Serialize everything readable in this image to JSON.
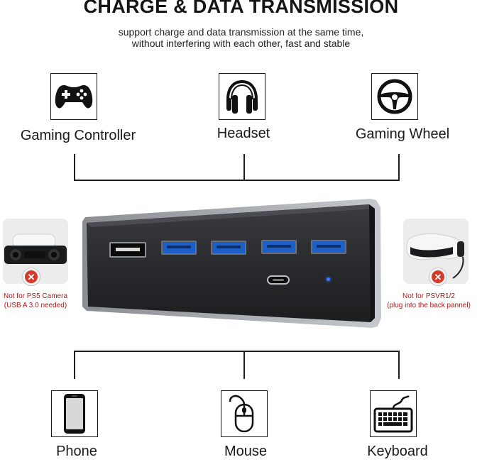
{
  "header": {
    "title": "CHARGE & DATA TRANSMISSION",
    "subtitle_line1": "support charge and data transmission at the same time,",
    "subtitle_line2": "without interfering with each other, fast and stable"
  },
  "top_devices": [
    {
      "label": "Gaming Controller",
      "icon": "gamepad-icon"
    },
    {
      "label": "Headset",
      "icon": "headphones-icon"
    },
    {
      "label": "Gaming Wheel",
      "icon": "steering-wheel-icon"
    }
  ],
  "bottom_devices": [
    {
      "label": "Phone",
      "icon": "phone-icon"
    },
    {
      "label": "Mouse",
      "icon": "mouse-icon"
    },
    {
      "label": "Keyboard",
      "icon": "keyboard-icon"
    }
  ],
  "side_notes": {
    "left_line1": "Not for PS5 Camera",
    "left_line2": "(USB A 3.0 needed)",
    "right_line1": "Not for PSVR1/2",
    "right_line2": "(plug into the back pannel)"
  },
  "colors": {
    "usb3_port": "#1d5fc7",
    "warning_text": "#a41c1c",
    "indicator_led": "#3b7bff"
  }
}
